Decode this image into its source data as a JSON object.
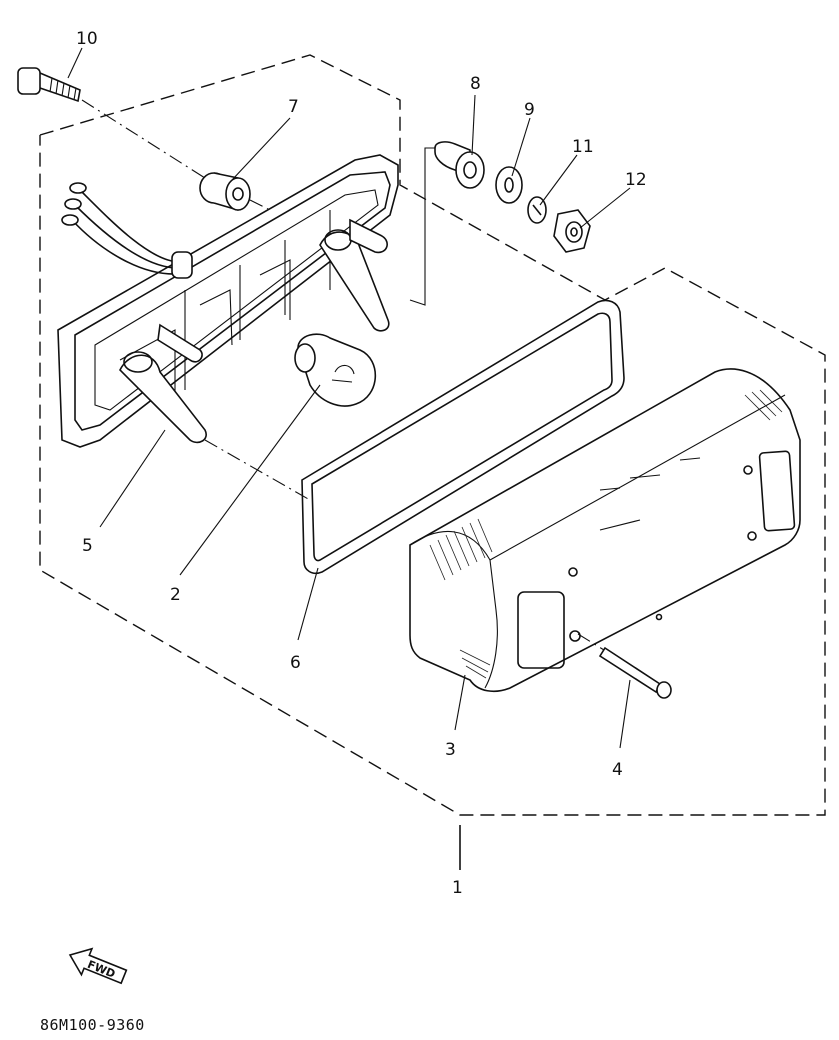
{
  "drawing_code": "86M100-9360",
  "fwd_label": "FWD",
  "callouts": [
    {
      "id": "c1",
      "label": "1"
    },
    {
      "id": "c2",
      "label": "2"
    },
    {
      "id": "c3",
      "label": "3"
    },
    {
      "id": "c4",
      "label": "4"
    },
    {
      "id": "c5",
      "label": "5"
    },
    {
      "id": "c6",
      "label": "6"
    },
    {
      "id": "c7",
      "label": "7"
    },
    {
      "id": "c8",
      "label": "8"
    },
    {
      "id": "c9",
      "label": "9"
    },
    {
      "id": "c10",
      "label": "10"
    },
    {
      "id": "c11",
      "label": "11"
    },
    {
      "id": "c12",
      "label": "12"
    }
  ]
}
